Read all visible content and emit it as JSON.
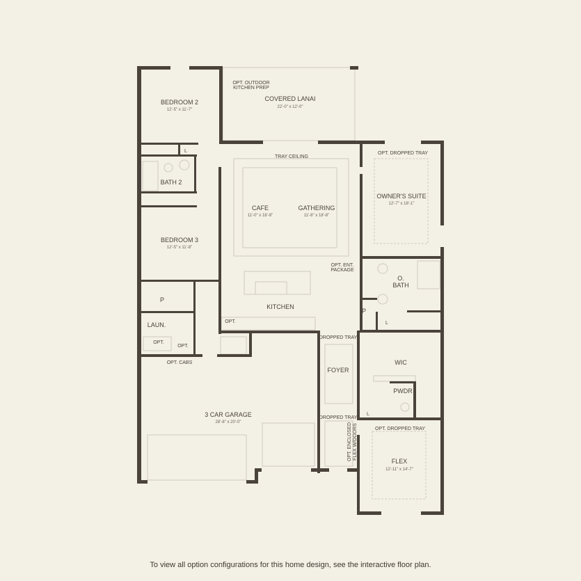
{
  "colors": {
    "background": "#f3f0e6",
    "walls": "#4a433c",
    "fixtures": "#cfcabe"
  },
  "rooms": {
    "bedroom2": {
      "label": "BEDROOM 2",
      "dim": "12'-5\" x 11'-7\""
    },
    "lanai": {
      "label": "COVERED LANAI",
      "dim": "22'-0\" x 12'-0\""
    },
    "bath2": {
      "label": "BATH 2"
    },
    "bedroom3": {
      "label": "BEDROOM 3",
      "dim": "12'-5\" x 11'-8\""
    },
    "cafe": {
      "label": "CAFE",
      "dim": "11'-0\" x 18'-8\""
    },
    "gathering": {
      "label": "GATHERING",
      "dim": "11'-8\" x 18'-8\""
    },
    "owners_suite": {
      "label": "OWNER'S SUITE",
      "dim": "12'-7\" x 18'-1\""
    },
    "kitchen": {
      "label": "KITCHEN"
    },
    "o_bath_1": {
      "label": "O."
    },
    "o_bath_2": {
      "label": "BATH"
    },
    "pantry": {
      "label": "P"
    },
    "pantry2": {
      "label": "P"
    },
    "laundry": {
      "label": "LAUN."
    },
    "wic": {
      "label": "WIC"
    },
    "foyer": {
      "label": "FOYER"
    },
    "pwdr": {
      "label": "PWDR"
    },
    "garage": {
      "label": "3 CAR GARAGE",
      "dim": "28'-8\" x 20'-0\""
    },
    "flex": {
      "label": "FLEX",
      "dim": "12'-11\" x 14'-7\""
    }
  },
  "notes": {
    "outdoor_kitchen_1": "OPT. OUTDOOR",
    "outdoor_kitchen_2": "KITCHEN PREP",
    "tray_ceiling": "TRAY CEILING",
    "opt_dropped_tray_owner": "OPT. DROPPED TRAY",
    "opt_ent_1": "OPT. ENT.",
    "opt_ent_2": "PACKAGE",
    "opt_kitchen": "OPT.",
    "opt_laun_1": "OPT.",
    "opt_laun_2": "OPT.",
    "opt_cabs": "OPT. CABS",
    "dropped_tray_1": "DROPPED TRAY",
    "dropped_tray_2": "DROPPED TRAY",
    "opt_dropped_tray_flex": "OPT. DROPPED TRAY",
    "enclosed_1": "OPT. ENCLOSED",
    "enclosed_2": "FLEX W/DOORS",
    "linen1": "L",
    "linen2": "L",
    "linen3": "L"
  },
  "footer": "To view all option configurations for this home design, see the interactive floor plan."
}
